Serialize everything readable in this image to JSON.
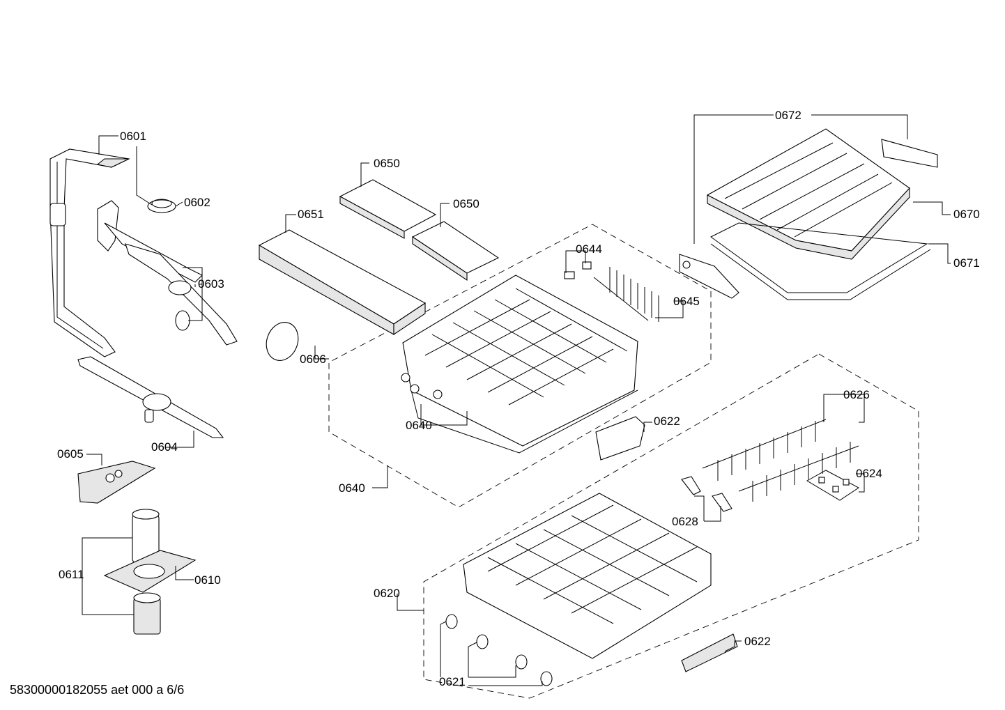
{
  "document_number": "58300000182055 aet 000 a 6/6",
  "part_labels": {
    "p0601": "0601",
    "p0602": "0602",
    "p0603": "0603",
    "p0604": "0604",
    "p0605": "0605",
    "p0606": "0606",
    "p0610": "0610",
    "p0611": "0611",
    "p0620": "0620",
    "p0621": "0621",
    "p0622a": "0622",
    "p0622b": "0622",
    "p0624": "0624",
    "p0626": "0626",
    "p0628": "0628",
    "p0640a": "0640",
    "p0640b": "0640",
    "p0644": "0644",
    "p0645": "0645",
    "p0650a": "0650",
    "p0650b": "0650",
    "p0651": "0651",
    "p0670": "0670",
    "p0671": "0671",
    "p0672": "0672"
  },
  "colors": {
    "line": "#000000",
    "background": "#ffffff",
    "fill_light": "#e6e6e6"
  }
}
